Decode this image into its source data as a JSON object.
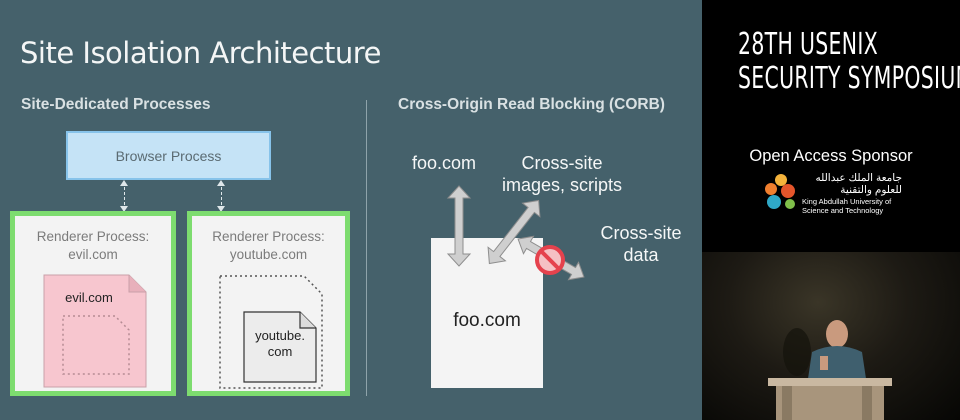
{
  "slide": {
    "title": "Site Isolation Architecture",
    "left_heading": "Site-Dedicated Processes",
    "right_heading": "Cross-Origin Read Blocking (CORB)",
    "browser_process": "Browser Process",
    "renderer_1": {
      "line1": "Renderer Process:",
      "line2": "evil.com",
      "doc_label": "evil.com"
    },
    "renderer_2": {
      "line1": "Renderer Process:",
      "line2": "youtube.com",
      "doc_line1": "youtube.",
      "doc_line2": "com"
    },
    "corb": {
      "doc_label": "foo.com",
      "top_label": "foo.com",
      "cross_site_line1": "Cross-site",
      "cross_site_line2": "images, scripts",
      "data_line1": "Cross-site",
      "data_line2": "data"
    },
    "colors": {
      "background": "#45616b",
      "renderer_border": "#7ddc6f",
      "browser_fill": "#c5e3f6",
      "evil_doc_fill": "#f7c6cf",
      "block_icon": "#e5424d"
    }
  },
  "sidebar": {
    "conference_line1": "28TH USENIX",
    "conference_line2": "SECURITY SYMPOSIUM",
    "sponsor_label": "Open Access Sponsor",
    "kaust_arabic_line1": "جامعة الملك عبدالله",
    "kaust_arabic_line2": "للعلوم والتقنية",
    "kaust_english_line1": "King Abdullah University of",
    "kaust_english_line2": "Science and Technology"
  }
}
